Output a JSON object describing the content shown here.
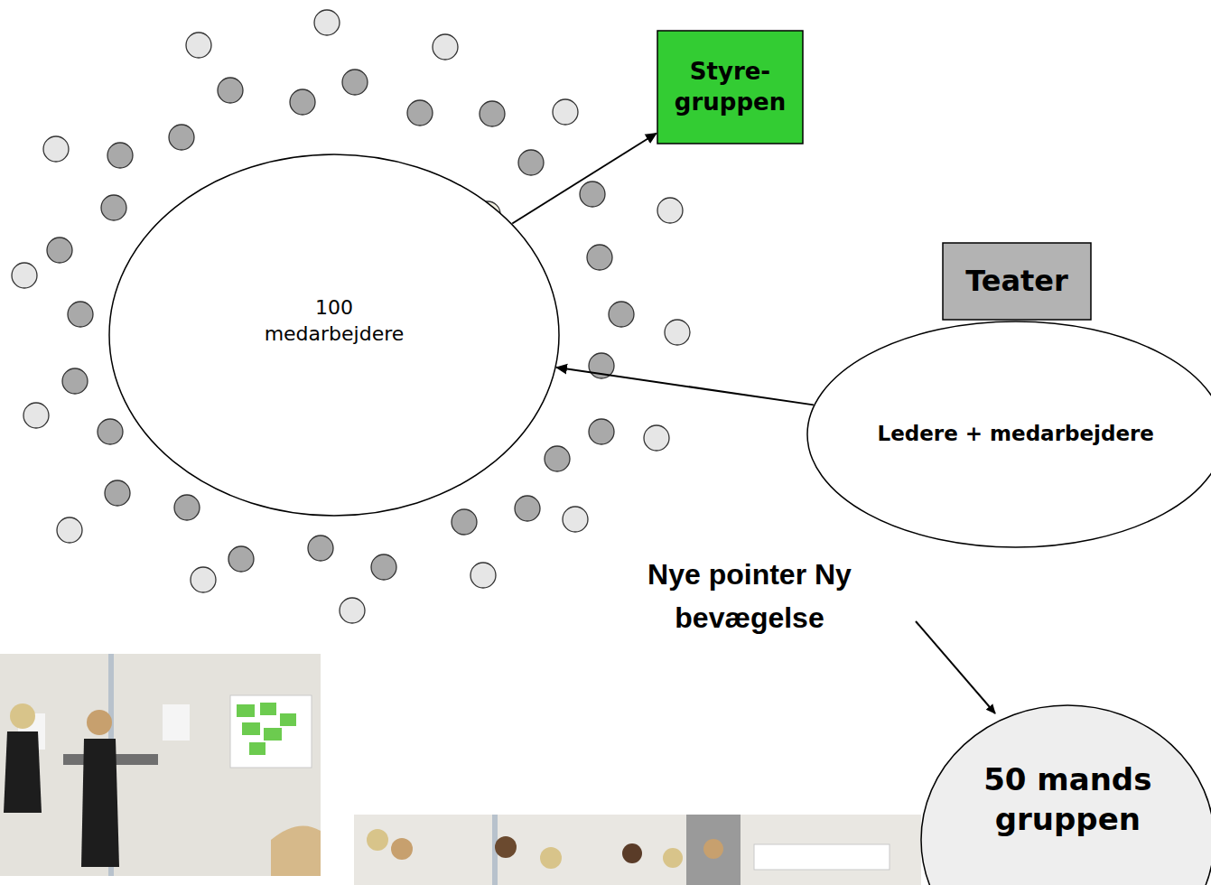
{
  "diagram": {
    "nodes": [
      {
        "text": [
          "100 medarbejdere"
        ]
      },
      {
        "text": [
          "Styre- gruppen"
        ]
      },
      {
        "text": [
          "Teater"
        ]
      },
      {
        "text": [
          "Ledere + medarbejdere"
        ]
      },
      {
        "text": [
          "50 mands gruppen"
        ]
      }
    ],
    "edges": [
      {
        "from": 0,
        "to": 1,
        "arrow": "to"
      },
      {
        "from": 3,
        "to": 0,
        "arrow": "to"
      }
    ],
    "labels": [
      "Nye pointer Ny bevægelse"
    ]
  }
}
